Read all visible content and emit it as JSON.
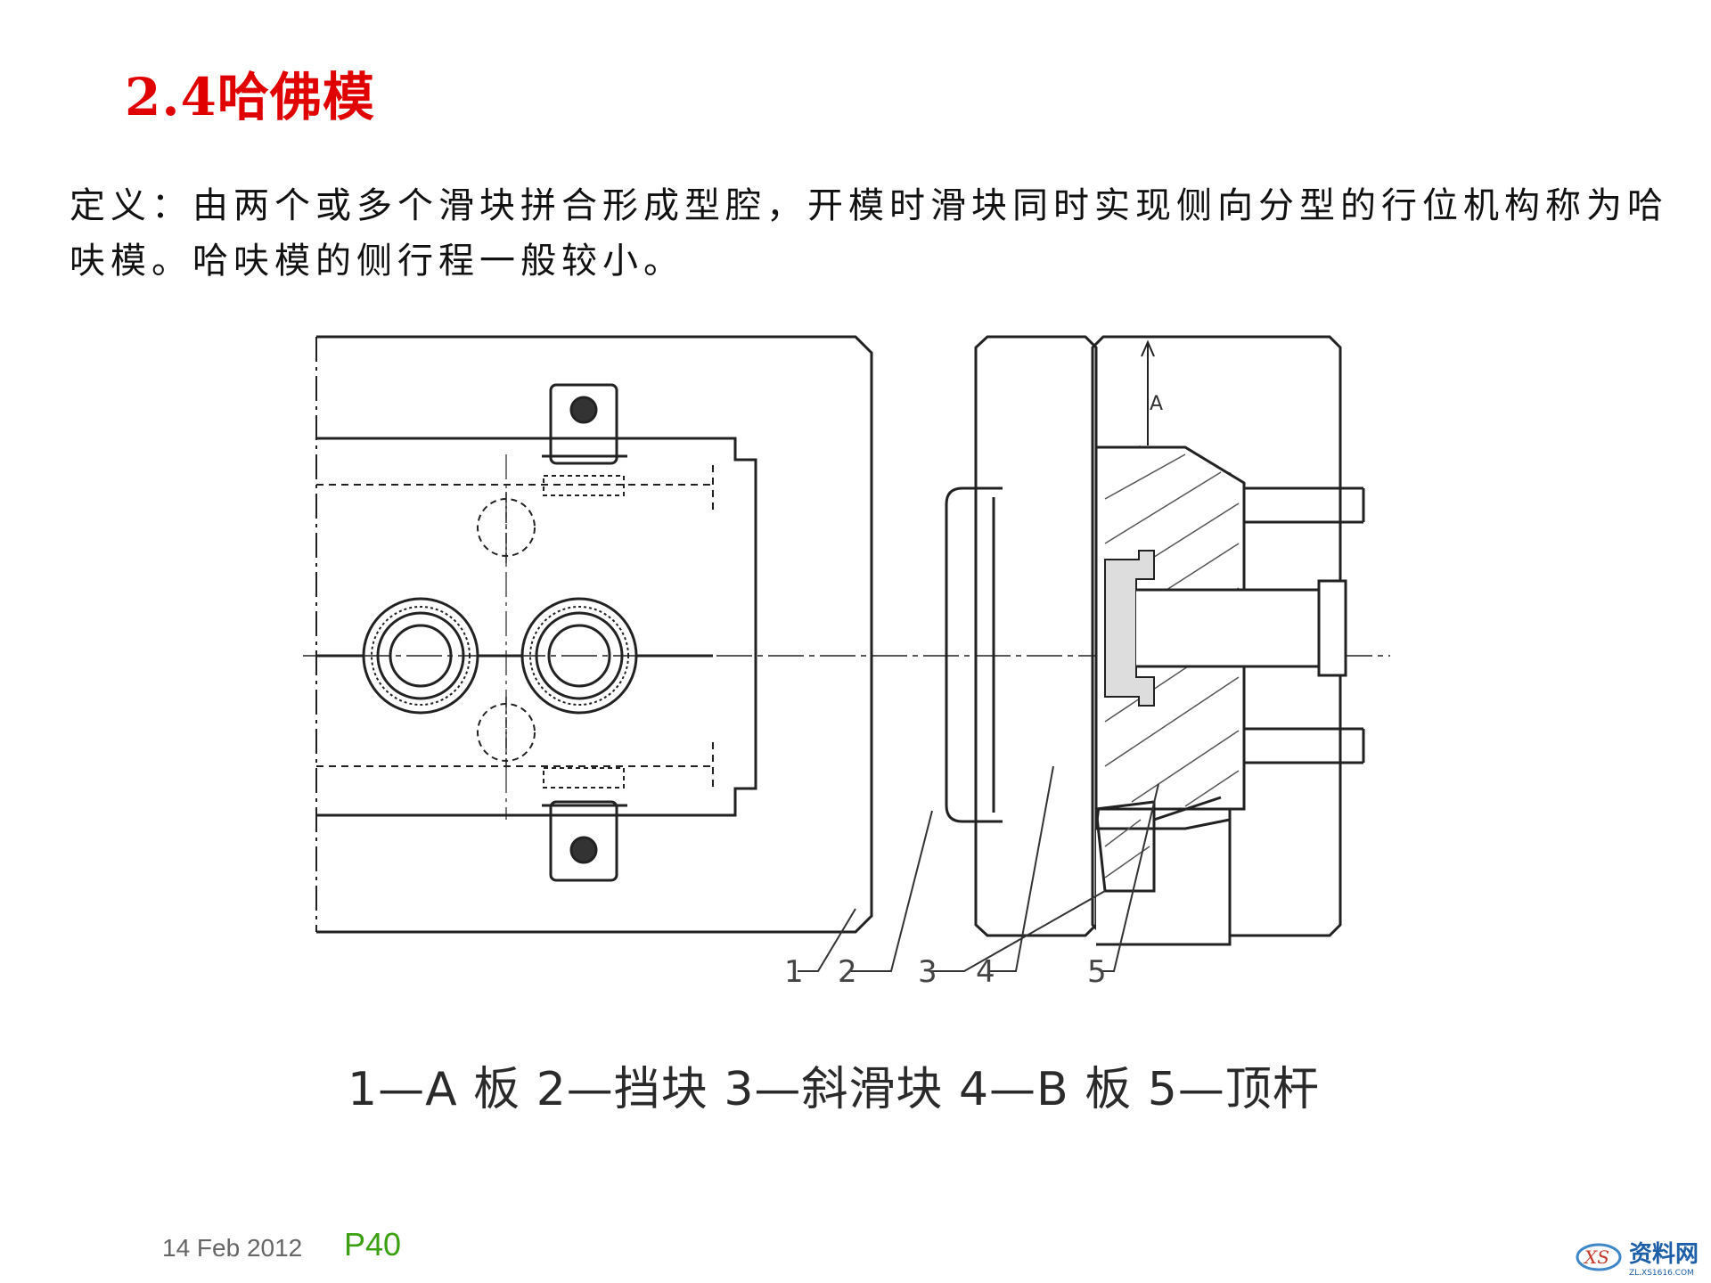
{
  "slide": {
    "title": "2.4哈佛模",
    "definition": "定义：由两个或多个滑块拼合形成型腔，开模时滑块同时实现侧向分型的行位机构称为哈呋模。哈呋模的侧行程一般较小。"
  },
  "figure": {
    "callouts": [
      "1",
      "2",
      "3",
      "4",
      "5"
    ],
    "section_mark": "A",
    "legend": "1—A 板 2—挡块 3—斜滑块 4—B 板 5—顶杆"
  },
  "footer": {
    "date": "14 Feb 2012",
    "page": "P40"
  },
  "watermark": {
    "name": "资料网",
    "url": "ZL.XS1616.COM"
  }
}
